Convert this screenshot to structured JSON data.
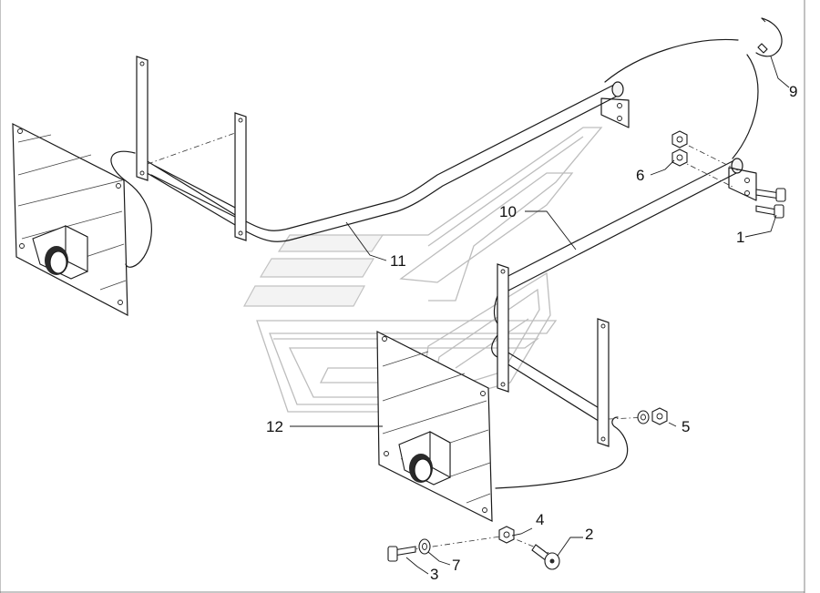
{
  "callouts": [
    {
      "id": "1",
      "label": "1"
    },
    {
      "id": "2",
      "label": "2"
    },
    {
      "id": "3",
      "label": "3"
    },
    {
      "id": "4",
      "label": "4"
    },
    {
      "id": "5",
      "label": "5"
    },
    {
      "id": "6",
      "label": "6"
    },
    {
      "id": "7",
      "label": "7"
    },
    {
      "id": "9",
      "label": "9"
    },
    {
      "id": "10",
      "label": "10"
    },
    {
      "id": "11",
      "label": "11"
    },
    {
      "id": "12",
      "label": "12"
    }
  ]
}
